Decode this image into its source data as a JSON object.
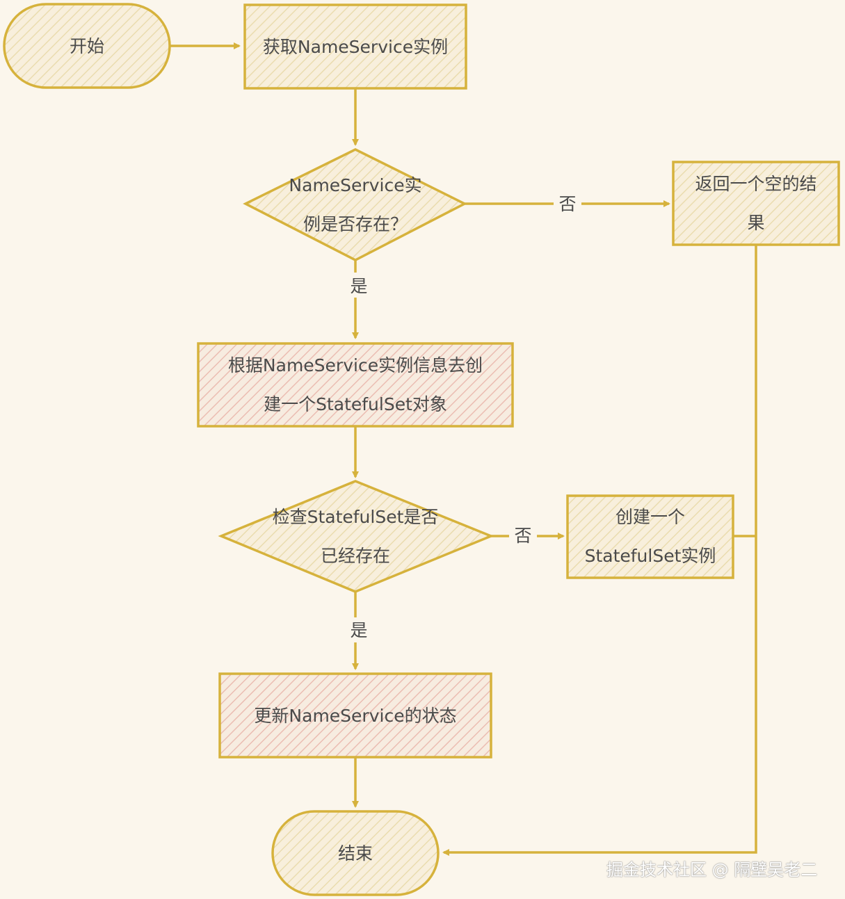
{
  "nodes": {
    "start": {
      "lines": [
        "开始"
      ]
    },
    "get_instance": {
      "lines": [
        "获取NameService实例"
      ]
    },
    "exists_check": {
      "lines": [
        "NameService实",
        "例是否存在？"
      ]
    },
    "return_empty": {
      "lines": [
        "返回一个空的结",
        "果"
      ]
    },
    "create_object": {
      "lines": [
        "根据NameService实例信息去创",
        "建一个StatefulSet对象"
      ]
    },
    "statefulset_check": {
      "lines": [
        "检查StatefulSet是否",
        "已经存在"
      ]
    },
    "create_statefulset": {
      "lines": [
        "创建一个",
        "StatefulSet实例"
      ]
    },
    "update_status": {
      "lines": [
        "更新NameService的状态"
      ]
    },
    "end": {
      "lines": [
        "结束"
      ]
    }
  },
  "edges": {
    "exists_no": "否",
    "exists_yes": "是",
    "statefulset_no": "否",
    "statefulset_yes": "是"
  },
  "colors": {
    "stroke": "#d6b23c",
    "fill": "#f8edd6",
    "hatch": "#e8d9a9",
    "hatch_pink": "#e9b7ad",
    "arrow": "#d6b23c"
  },
  "watermark": "掘金技术社区 @ 隔壁吴老二"
}
